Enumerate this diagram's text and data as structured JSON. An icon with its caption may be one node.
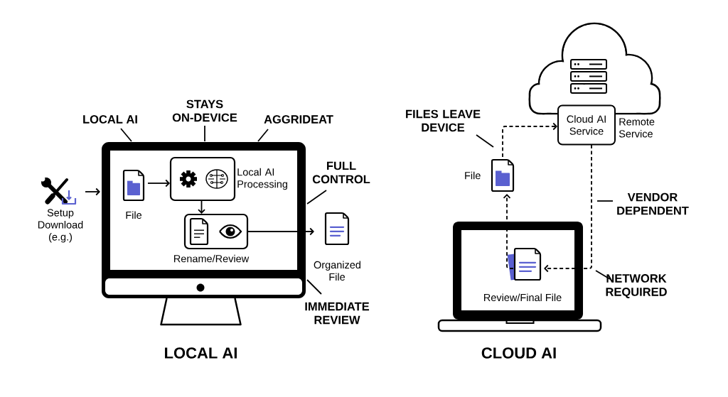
{
  "diagram": {
    "nodes": [
      {
        "text": [
          "LOCAL AI"
        ]
      },
      {
        "text": [
          "Setup Download (e.g.)"
        ]
      },
      {
        "text": [
          "File"
        ],
        "in": 0
      },
      {
        "text": [],
        "shape": "box",
        "beside": [
          "Local AI Processing"
        ],
        "in": 0
      },
      {
        "text": [],
        "shape": "box",
        "beside": [
          "Rename/Review"
        ],
        "in": 0
      },
      {
        "text": [
          "Organized File"
        ]
      },
      {
        "text": [
          "LOCAL AI"
        ]
      },
      {
        "text": [
          "STAYS ON-DEVICE"
        ]
      },
      {
        "text": [
          "AGGRIDEAT"
        ]
      },
      {
        "text": [
          "FULL CONTROL"
        ]
      },
      {
        "text": [
          "IMMEDIATE REVIEW"
        ]
      },
      {
        "text": [
          "Cloud AI Service"
        ],
        "beside": [
          "Remote Service"
        ]
      },
      {
        "text": [
          "CLOUD AI"
        ]
      },
      {
        "text": [
          "File"
        ]
      },
      {
        "text": [
          "Review/Final File"
        ],
        "in": 12
      },
      {
        "text": [
          "FILES LEAVE DEVICE"
        ]
      },
      {
        "text": [
          "VENDOR DEPENDENT"
        ]
      },
      {
        "text": [
          "NETWORK REQUIRED"
        ]
      }
    ],
    "edges": [
      {
        "from": 1,
        "to": 0,
        "arrow": "to"
      },
      {
        "from": 2,
        "to": 3,
        "arrow": "to"
      },
      {
        "from": 3,
        "to": 4,
        "arrow": "to"
      },
      {
        "from": 4,
        "to": 5,
        "arrow": "to"
      },
      {
        "from": 6,
        "to": 0,
        "arrow": "none"
      },
      {
        "from": 7,
        "to": 0,
        "arrow": "none"
      },
      {
        "from": 8,
        "to": 0,
        "arrow": "none"
      },
      {
        "from": 9,
        "to": 0,
        "arrow": "none"
      },
      {
        "from": 10,
        "to": 0,
        "arrow": "none"
      },
      {
        "from": 14,
        "to": 13,
        "arrow": "to",
        "style": "dashed"
      },
      {
        "from": 13,
        "to": 11,
        "arrow": "to",
        "style": "dashed"
      },
      {
        "from": 11,
        "to": 14,
        "arrow": "to",
        "style": "dashed"
      },
      {
        "from": 15,
        "to": null,
        "arrow": "none"
      },
      {
        "from": 16,
        "to": null,
        "arrow": "none"
      },
      {
        "from": 17,
        "to": null,
        "arrow": "none"
      }
    ]
  }
}
